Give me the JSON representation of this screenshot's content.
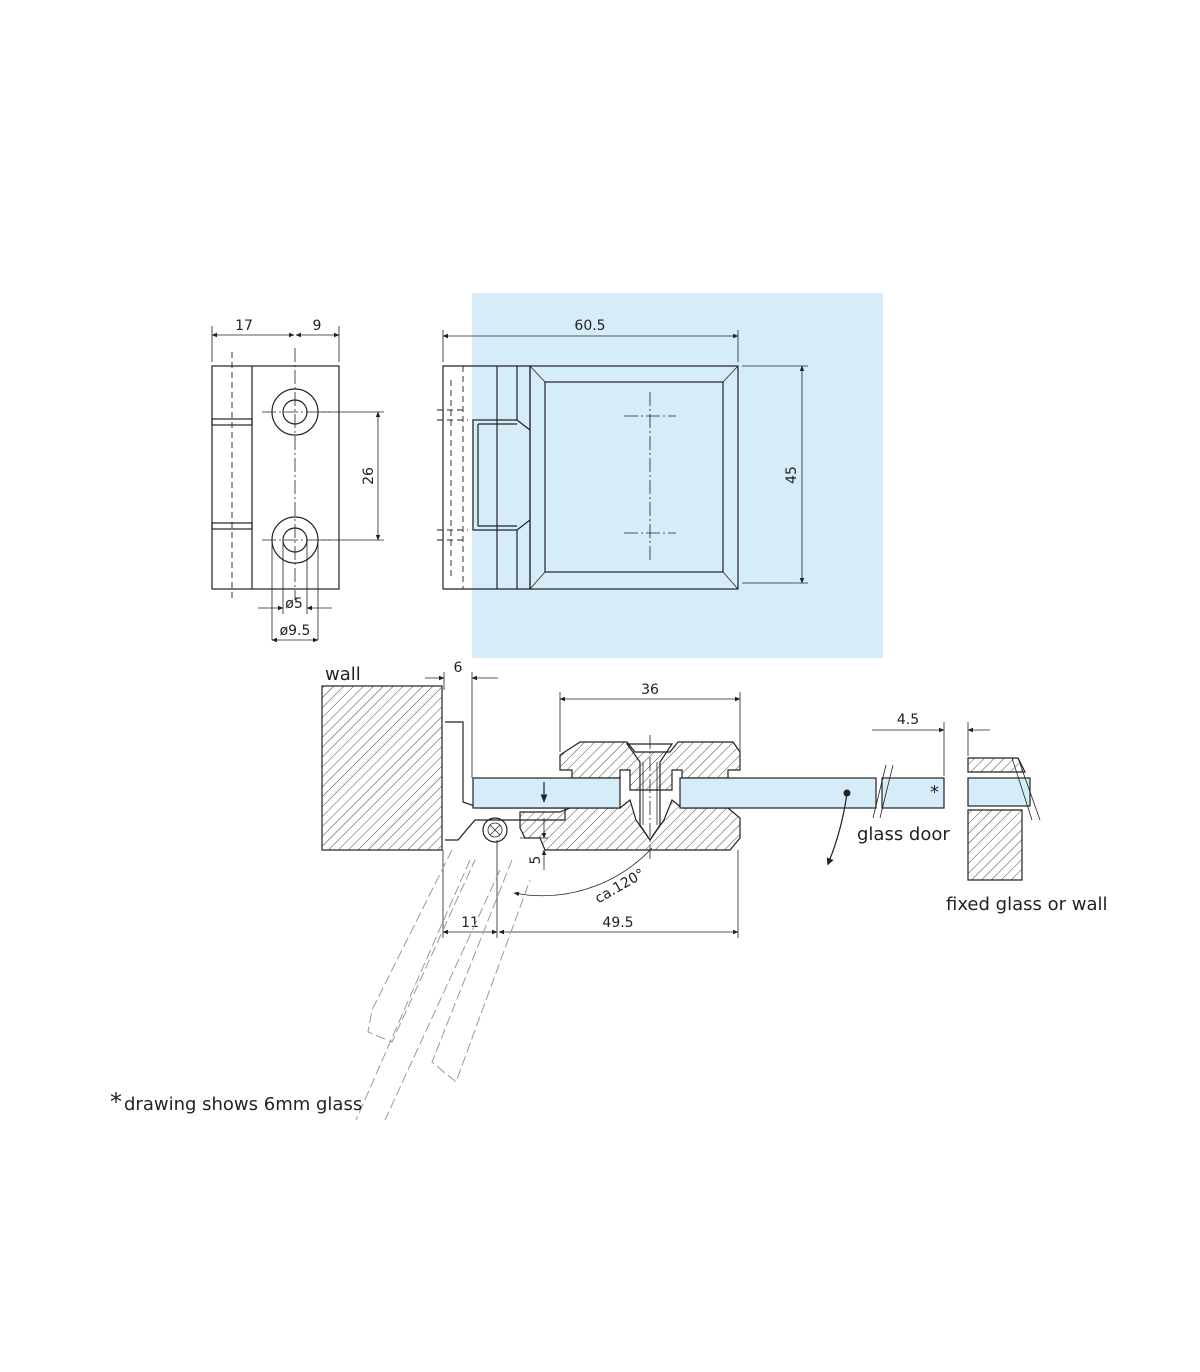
{
  "colors": {
    "glass": "#d6ecf8",
    "highlight_panel": "#d6ecf8",
    "line": "#222222"
  },
  "top_left_view": {
    "dim_17": "17",
    "dim_9": "9",
    "dim_26": "26",
    "dim_bore_small": "ø5",
    "dim_bore_large": "ø9.5"
  },
  "top_right_view": {
    "dim_width": "60.5",
    "dim_height": "45"
  },
  "section_view": {
    "wall_label": "wall",
    "dim_6": "6",
    "dim_36": "36",
    "dim_4_5": "4.5",
    "dim_5": "5",
    "dim_11": "11",
    "dim_49_5": "49.5",
    "angle_label": "ca.120°",
    "glass_door_label": "glass door",
    "fixed_glass_label": "fixed glass or wall",
    "glass_marker": "*"
  },
  "footnote": {
    "asterisk": "*",
    "text": "drawing shows  6mm glass"
  }
}
